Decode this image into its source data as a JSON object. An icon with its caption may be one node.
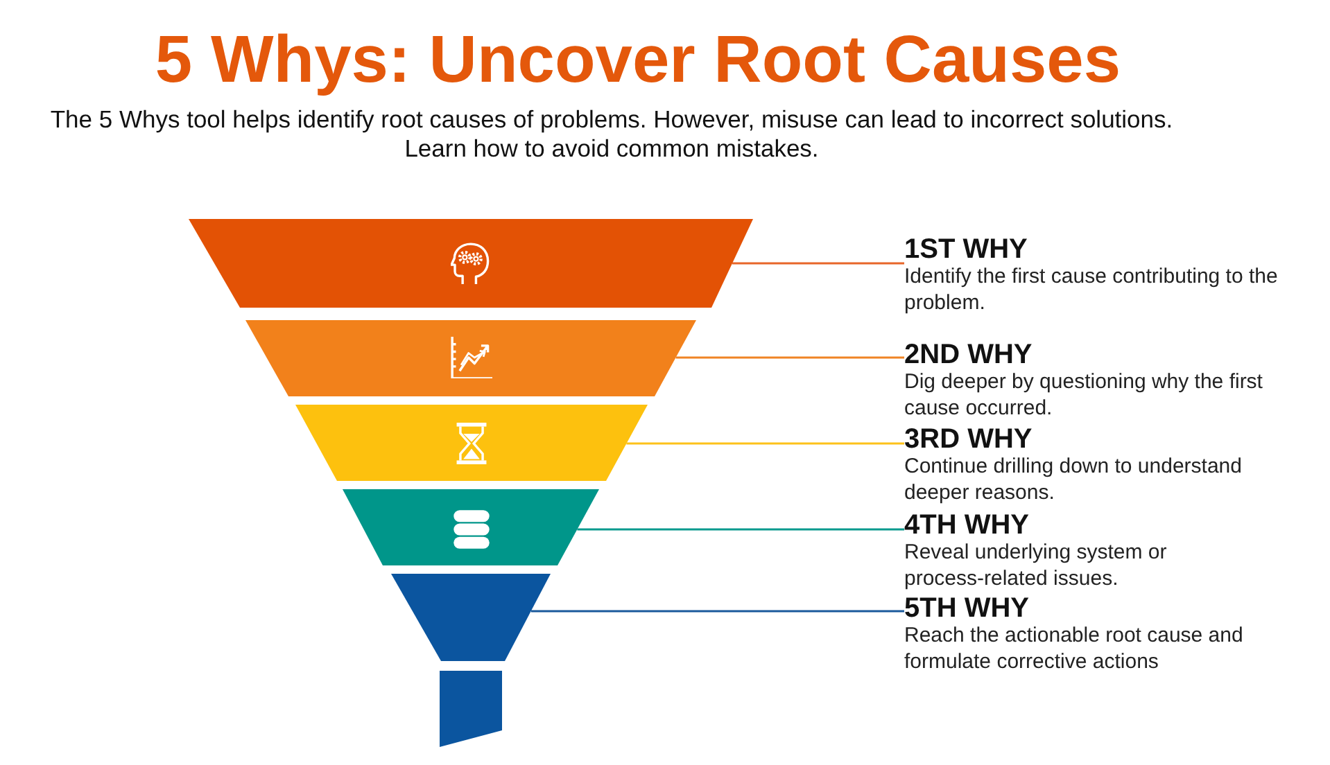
{
  "diagram": {
    "title": "5 Whys: Uncover Root Causes",
    "nodes": [
      {
        "text": [],
        "shape": "trapezoid"
      },
      {
        "text": [
          "1ST WHY",
          "Identify the first cause contributing to the problem."
        ]
      },
      {
        "text": [],
        "shape": "trapezoid"
      },
      {
        "text": [
          "2ND WHY",
          "Dig deeper by questioning why the first cause occurred."
        ]
      },
      {
        "text": [],
        "shape": "trapezoid"
      },
      {
        "text": [
          "3RD WHY",
          "Continue drilling down to understand deeper reasons."
        ]
      },
      {
        "text": [],
        "shape": "trapezoid"
      },
      {
        "text": [
          "4TH WHY",
          "Reveal underlying system or process-related issues."
        ]
      },
      {
        "text": [],
        "shape": "trapezoid"
      },
      {
        "text": [
          "5TH WHY",
          "Reach the actionable root cause and formulate corrective actions"
        ]
      },
      {
        "text": [],
        "shape": "bar"
      }
    ],
    "edges": [
      {
        "from": 1,
        "to": 0,
        "arrow": "none",
        "color": "#e8662a"
      },
      {
        "from": 3,
        "to": 2,
        "arrow": "none",
        "color": "#f08424"
      },
      {
        "from": 5,
        "to": 4,
        "arrow": "none",
        "color": "#fdc21a"
      },
      {
        "from": 7,
        "to": 6,
        "arrow": "none",
        "color": "#0a9a8e"
      },
      {
        "from": 9,
        "to": 8,
        "arrow": "none",
        "color": "#1a5a9c"
      }
    ],
    "labels": [
      "The 5 Whys tool helps identify root causes of problems. However, misuse can lead to incorrect solutions. Learn how to avoid common mistakes."
    ]
  }
}
